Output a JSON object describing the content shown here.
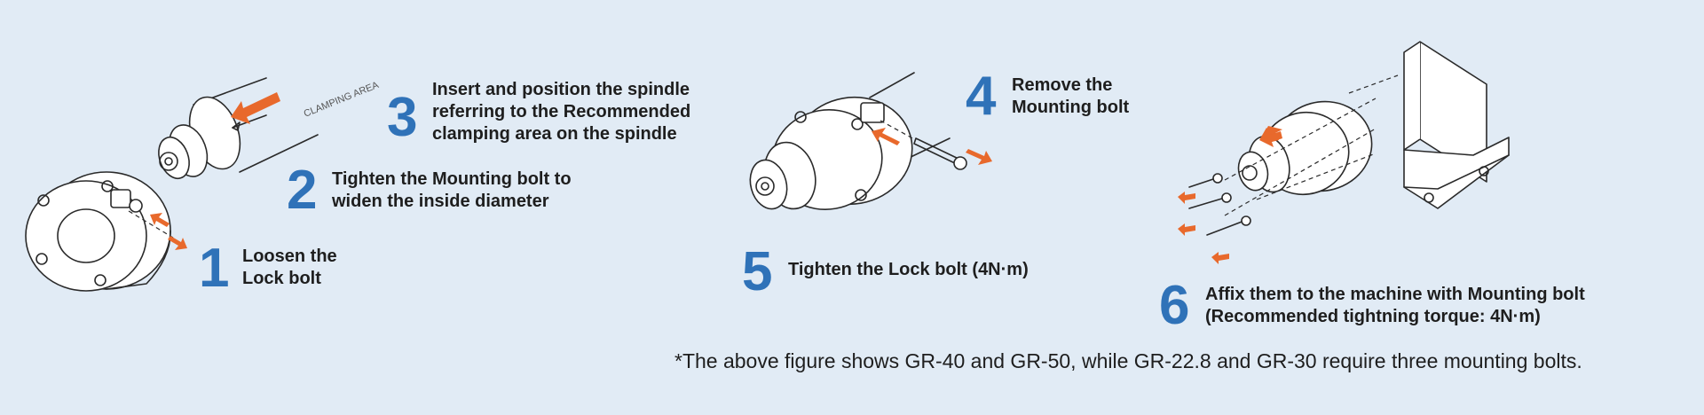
{
  "steps": [
    {
      "number": "1",
      "text": "Loosen the\nLock bolt"
    },
    {
      "number": "2",
      "text": "Tighten the Mounting bolt to\nwiden the inside diameter"
    },
    {
      "number": "3",
      "text": "Insert and position the spindle\nreferring to the Recommended\nclamping area on the spindle"
    },
    {
      "number": "4",
      "text": "Remove the\nMounting bolt"
    },
    {
      "number": "5",
      "text": "Tighten the Lock bolt (4N·m)"
    },
    {
      "number": "6",
      "text": "Affix them to the machine with Mounting bolt\n(Recommended tightning torque: 4N·m)"
    }
  ],
  "diagram_labels": {
    "clamping_area": "CLAMPING AREA"
  },
  "footnote": "*The above figure shows GR-40 and GR-50, while GR-22.8 and GR-30 require three mounting bolts.",
  "colors": {
    "background": "#e1ebf5",
    "step_number": "#2f72b8",
    "arrow": "#e8692c",
    "text": "#1e1e1e"
  },
  "icons": [
    "clamp-ring-icon",
    "spindle-icon",
    "orange-arrow-icon",
    "machine-block-icon",
    "mounting-bolt-icon"
  ]
}
